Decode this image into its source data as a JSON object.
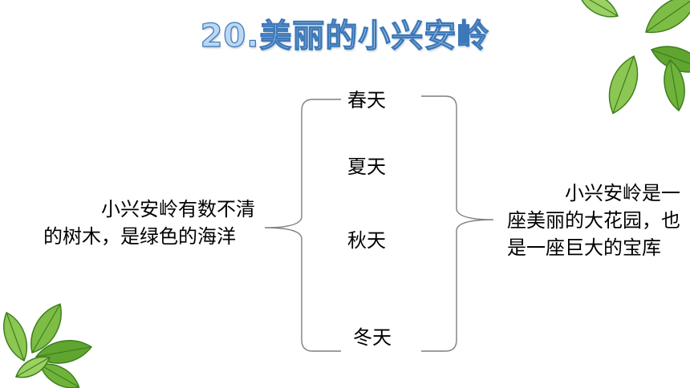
{
  "title": "20.美丽的小兴安岭",
  "seasons": [
    "春天",
    "夏天",
    "秋天",
    "冬天"
  ],
  "left_text": "小兴安岭有数不清的树木，是绿色的海洋",
  "right_text": "小兴安岭是一座美丽的大花园，也是一座巨大的宝库",
  "icons": {
    "corner_top_right": "leaves-icon",
    "corner_bottom_left": "leaves-icon"
  },
  "colors": {
    "title_fill": "#bcd7f2",
    "title_outline": "#3c78b8",
    "leaf_green": "#6fb33a",
    "leaf_dark": "#3f7f1d",
    "bracket": "#7f7f7f"
  }
}
